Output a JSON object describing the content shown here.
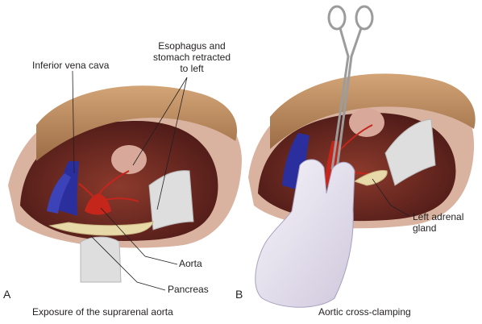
{
  "panels": [
    {
      "letter": "A",
      "caption": "Exposure of the suprarenal aorta",
      "labels": {
        "ivc": "Inferior vena cava",
        "esophagus_line1": "Esophagus and",
        "esophagus_line2": "stomach retracted",
        "esophagus_line3": "to left",
        "aorta": "Aorta",
        "pancreas": "Pancreas"
      }
    },
    {
      "letter": "B",
      "caption": "Aortic cross-clamping",
      "labels": {
        "adrenal_line1": "Left adrenal",
        "adrenal_line2": "gland"
      }
    }
  ],
  "colors": {
    "liver": "#b88a5e",
    "cavity": "#6b2420",
    "tissue": "#a85a48",
    "vena_cava": "#2b2f9e",
    "aorta": "#c4261c",
    "pancreas": "#e8d9a8",
    "retractor": "#dedede",
    "glove": "#ebe6f2",
    "clamp": "#9c9c9c"
  }
}
